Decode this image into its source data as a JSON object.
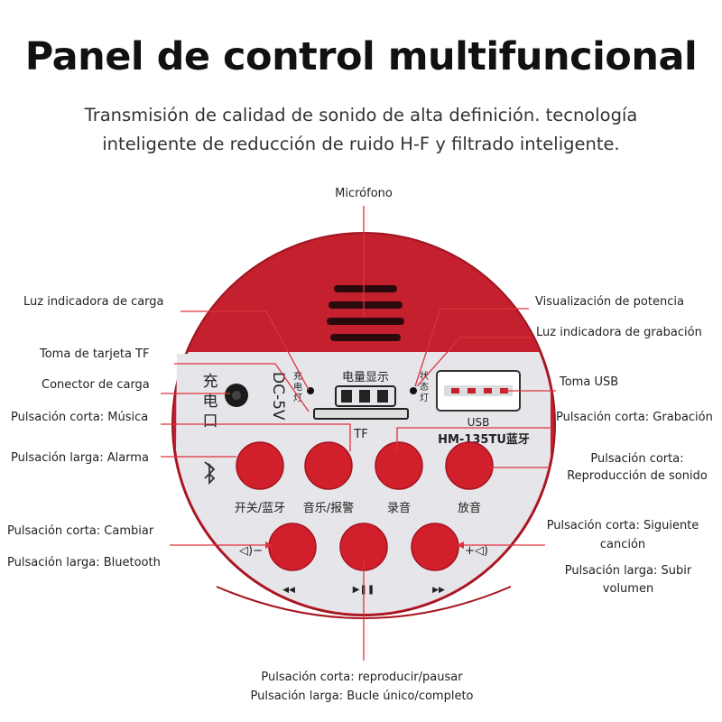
{
  "header": {
    "title": "Panel de control multifuncional",
    "subtitle": "Transmisión de calidad de sonido de alta definición. tecnología inteligente de reducción de ruido H-F y filtrado inteligente."
  },
  "colors": {
    "body_red": "#c4202e",
    "panel_gray": "#e6e6ea",
    "button_red": "#d11f2c",
    "leader_line": "#e0303c"
  },
  "labels": {
    "microphone": "Micrófono",
    "charge_light": "Luz indicadora de carga",
    "tf_slot": "Toma de tarjeta TF",
    "charge_connector": "Conector de carga",
    "short_music": "Pulsación corta: Música",
    "long_alarm": "Pulsación larga: Alarma",
    "short_switch": "Pulsación corta: Cambiar",
    "long_bluetooth": "Pulsación larga: Bluetooth",
    "power_display": "Visualización de potencia",
    "record_light": "Luz indicadora de grabación",
    "usb_socket": "Toma USB",
    "short_record": "Pulsación corta: Grabación",
    "short_playback_1": "Pulsación corta:",
    "short_playback_2": "Reproducción de sonido",
    "short_next_1": "Pulsación corta: Siguiente",
    "short_next_2": "canción",
    "long_volup_1": "Pulsación larga: Subir",
    "long_volup_2": "volumen",
    "short_playpause": "Pulsación corta: reproducir/pausar",
    "long_loop": "Pulsación larga: Bucle único/completo"
  },
  "device": {
    "dc_label": "DC-5V",
    "charge_cn_1": "充",
    "charge_cn_2": "电",
    "charge_cn_3": "口",
    "charge_led_cn": [
      "充",
      "电",
      "灯"
    ],
    "status_led_cn": [
      "状",
      "态",
      "灯"
    ],
    "power_cn": "电量显示",
    "tf_label": "TF",
    "usb_label": "USB",
    "model": "HM-135TU蓝牙",
    "btn_power_bt": "开关/蓝牙",
    "btn_music_alarm": "音乐/报警",
    "btn_record": "录音",
    "btn_play": "放音",
    "vol_minus": "◁)−",
    "vol_plus": "+◁)",
    "prev_glyph": "◀◀",
    "playpause_glyph": "▶❚❚",
    "next_glyph": "▶▶"
  }
}
